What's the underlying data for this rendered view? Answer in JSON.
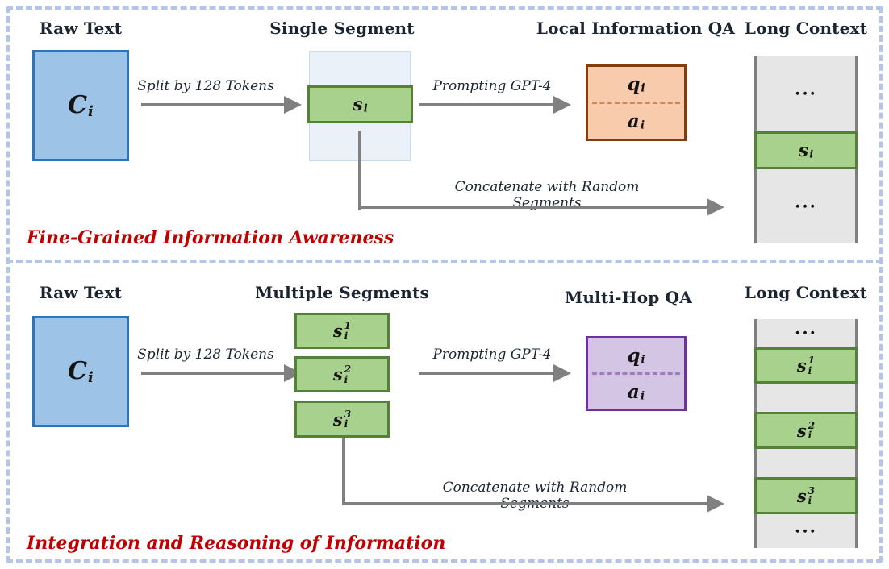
{
  "figure": {
    "description_visible_text_only": true
  },
  "colors": {
    "panel_border": "#B3C6E7",
    "caption_red": "#C00000",
    "title_text": "#1B2430",
    "arrow_gray": "#808080",
    "raw_box_fill": "#9DC3E6",
    "raw_box_border": "#2E75B6",
    "segment_fill": "#A9D18E",
    "segment_border": "#538135",
    "segment_container_fill": "#EAF1F9",
    "local_qa_fill": "#F8CBAD",
    "local_qa_border": "#843C0C",
    "local_qa_divider": "#C9875F",
    "multihop_qa_fill": "#D5C5E5",
    "multihop_qa_border": "#7030A0",
    "multihop_qa_divider": "#9E7BC0",
    "context_fill": "#E6E6E6",
    "context_border": "#7F7F7F"
  },
  "panels": {
    "top": {
      "raw": {
        "title": "Raw Text",
        "symbol": {
          "base": "C",
          "sub": "i"
        }
      },
      "split_label": "Split by 128 Tokens",
      "segment": {
        "title": "Single Segment",
        "box": {
          "base": "s",
          "sub": "i"
        }
      },
      "prompt_label": "Prompting GPT-4",
      "qa": {
        "title": "Local Information QA",
        "q": {
          "base": "q",
          "sub": "i"
        },
        "a": {
          "base": "a",
          "sub": "i"
        }
      },
      "context": {
        "title": "Long Context",
        "cells": [
          {
            "dots": "..."
          },
          {
            "base": "s",
            "sub": "i"
          },
          {
            "dots": "..."
          }
        ]
      },
      "concat_label": "Concatenate with Random Segments",
      "caption": "Fine-Grained Information Awareness"
    },
    "bottom": {
      "raw": {
        "title": "Raw Text",
        "symbol": {
          "base": "C",
          "sub": "i"
        }
      },
      "split_label": "Split by 128 Tokens",
      "segments": {
        "title": "Multiple Segments",
        "boxes": [
          {
            "base": "s",
            "sub": "i",
            "sup": "1"
          },
          {
            "base": "s",
            "sub": "i",
            "sup": "2"
          },
          {
            "base": "s",
            "sub": "i",
            "sup": "3"
          }
        ]
      },
      "prompt_label": "Prompting GPT-4",
      "qa": {
        "title": "Multi-Hop QA",
        "q": {
          "base": "q",
          "sub": "i"
        },
        "a": {
          "base": "a",
          "sub": "i"
        }
      },
      "context": {
        "title": "Long Context",
        "cells": [
          {
            "dots": "..."
          },
          {
            "base": "s",
            "sub": "i",
            "sup": "1"
          },
          {},
          {
            "base": "s",
            "sub": "i",
            "sup": "2"
          },
          {},
          {
            "base": "s",
            "sub": "i",
            "sup": "3"
          },
          {
            "dots": "..."
          }
        ]
      },
      "concat_label": "Concatenate with Random Segments",
      "caption": "Integration and Reasoning of Information"
    }
  }
}
